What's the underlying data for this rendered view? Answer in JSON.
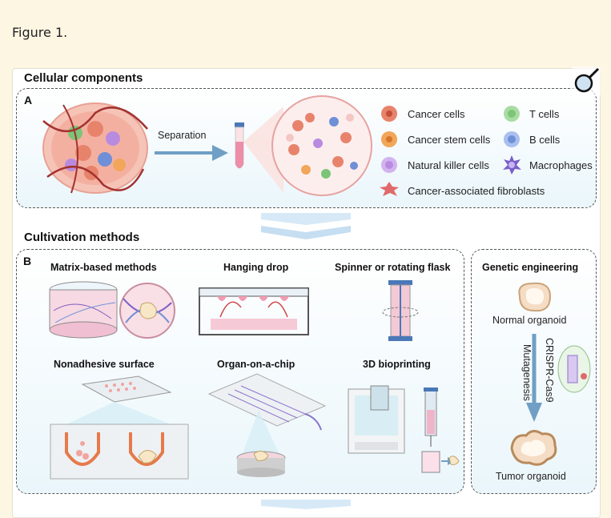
{
  "caption": "Figure 1.",
  "sections": {
    "cellular_title": "Cellular components",
    "cultivation_title": "Cultivation methods"
  },
  "panel_a": {
    "letter": "A",
    "separation_label": "Separation",
    "legend": [
      {
        "label": "Cancer cells",
        "icon": "cancer-cell-icon",
        "color": "#e8836b"
      },
      {
        "label": "Cancer stem cells",
        "icon": "cancer-stem-cell-icon",
        "color": "#f2a65a"
      },
      {
        "label": "Natural killer cells",
        "icon": "nk-cell-icon",
        "color": "#b98be0"
      },
      {
        "label": "T cells",
        "icon": "t-cell-icon",
        "color": "#7cc576"
      },
      {
        "label": "B cells",
        "icon": "b-cell-icon",
        "color": "#6f8fd6"
      },
      {
        "label": "Macrophages",
        "icon": "macrophage-icon",
        "color": "#7a5fc9"
      },
      {
        "label": "Cancer-associated fibroblasts",
        "icon": "fibroblast-icon",
        "color": "#e06a6a"
      }
    ]
  },
  "panel_b": {
    "letter": "B",
    "methods": [
      "Matrix-based methods",
      "Hanging drop",
      "Spinner or rotating flask",
      "Nonadhesive surface",
      "Organ-on-a-chip",
      "3D bioprinting"
    ],
    "genetic": {
      "title": "Genetic engineering",
      "normal": "Normal organoid",
      "mutagenesis": "Mutagenesis",
      "crispr": "CRISPR-Cas9",
      "tumor": "Tumor organoid"
    }
  },
  "colors": {
    "accent": "#6f9fc4",
    "tissue": "#f4b6a8",
    "panel_bg": "#eaf6fb"
  }
}
